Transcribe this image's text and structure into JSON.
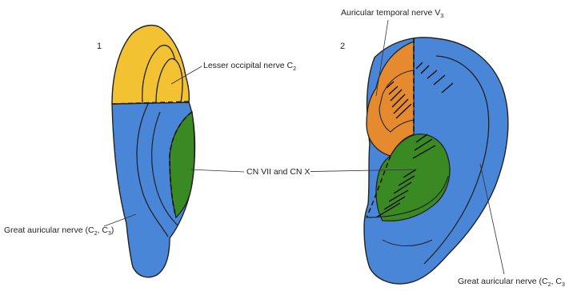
{
  "figure": {
    "panel_1_number": "1",
    "panel_2_number": "2",
    "labels": {
      "lesser_occipital": {
        "text": "Lesser occipital nerve C",
        "sub": "2",
        "after": ""
      },
      "cn_vii_x": {
        "text": "CN VII and CN X"
      },
      "great_auricular_left": {
        "text": "Great auricular nerve (C",
        "sub": "2",
        "mid": ", C",
        "sub2": "3",
        "after": ")"
      },
      "auricular_temporal": {
        "text": "Auricular temporal nerve V",
        "sub": "3"
      },
      "great_auricular_right": {
        "text": "Great auricular nerve (C",
        "sub": "2",
        "mid": ", C",
        "sub2": "3",
        "after": ""
      }
    },
    "regions": [
      {
        "name": "Lesser occipital nerve",
        "color": "#f2c232"
      },
      {
        "name": "Great auricular nerve",
        "color": "#4a86d8"
      },
      {
        "name": "CN VII and CN X",
        "color": "#3a8a23"
      },
      {
        "name": "Auricular temporal nerve",
        "color": "#e58a2e"
      }
    ]
  }
}
